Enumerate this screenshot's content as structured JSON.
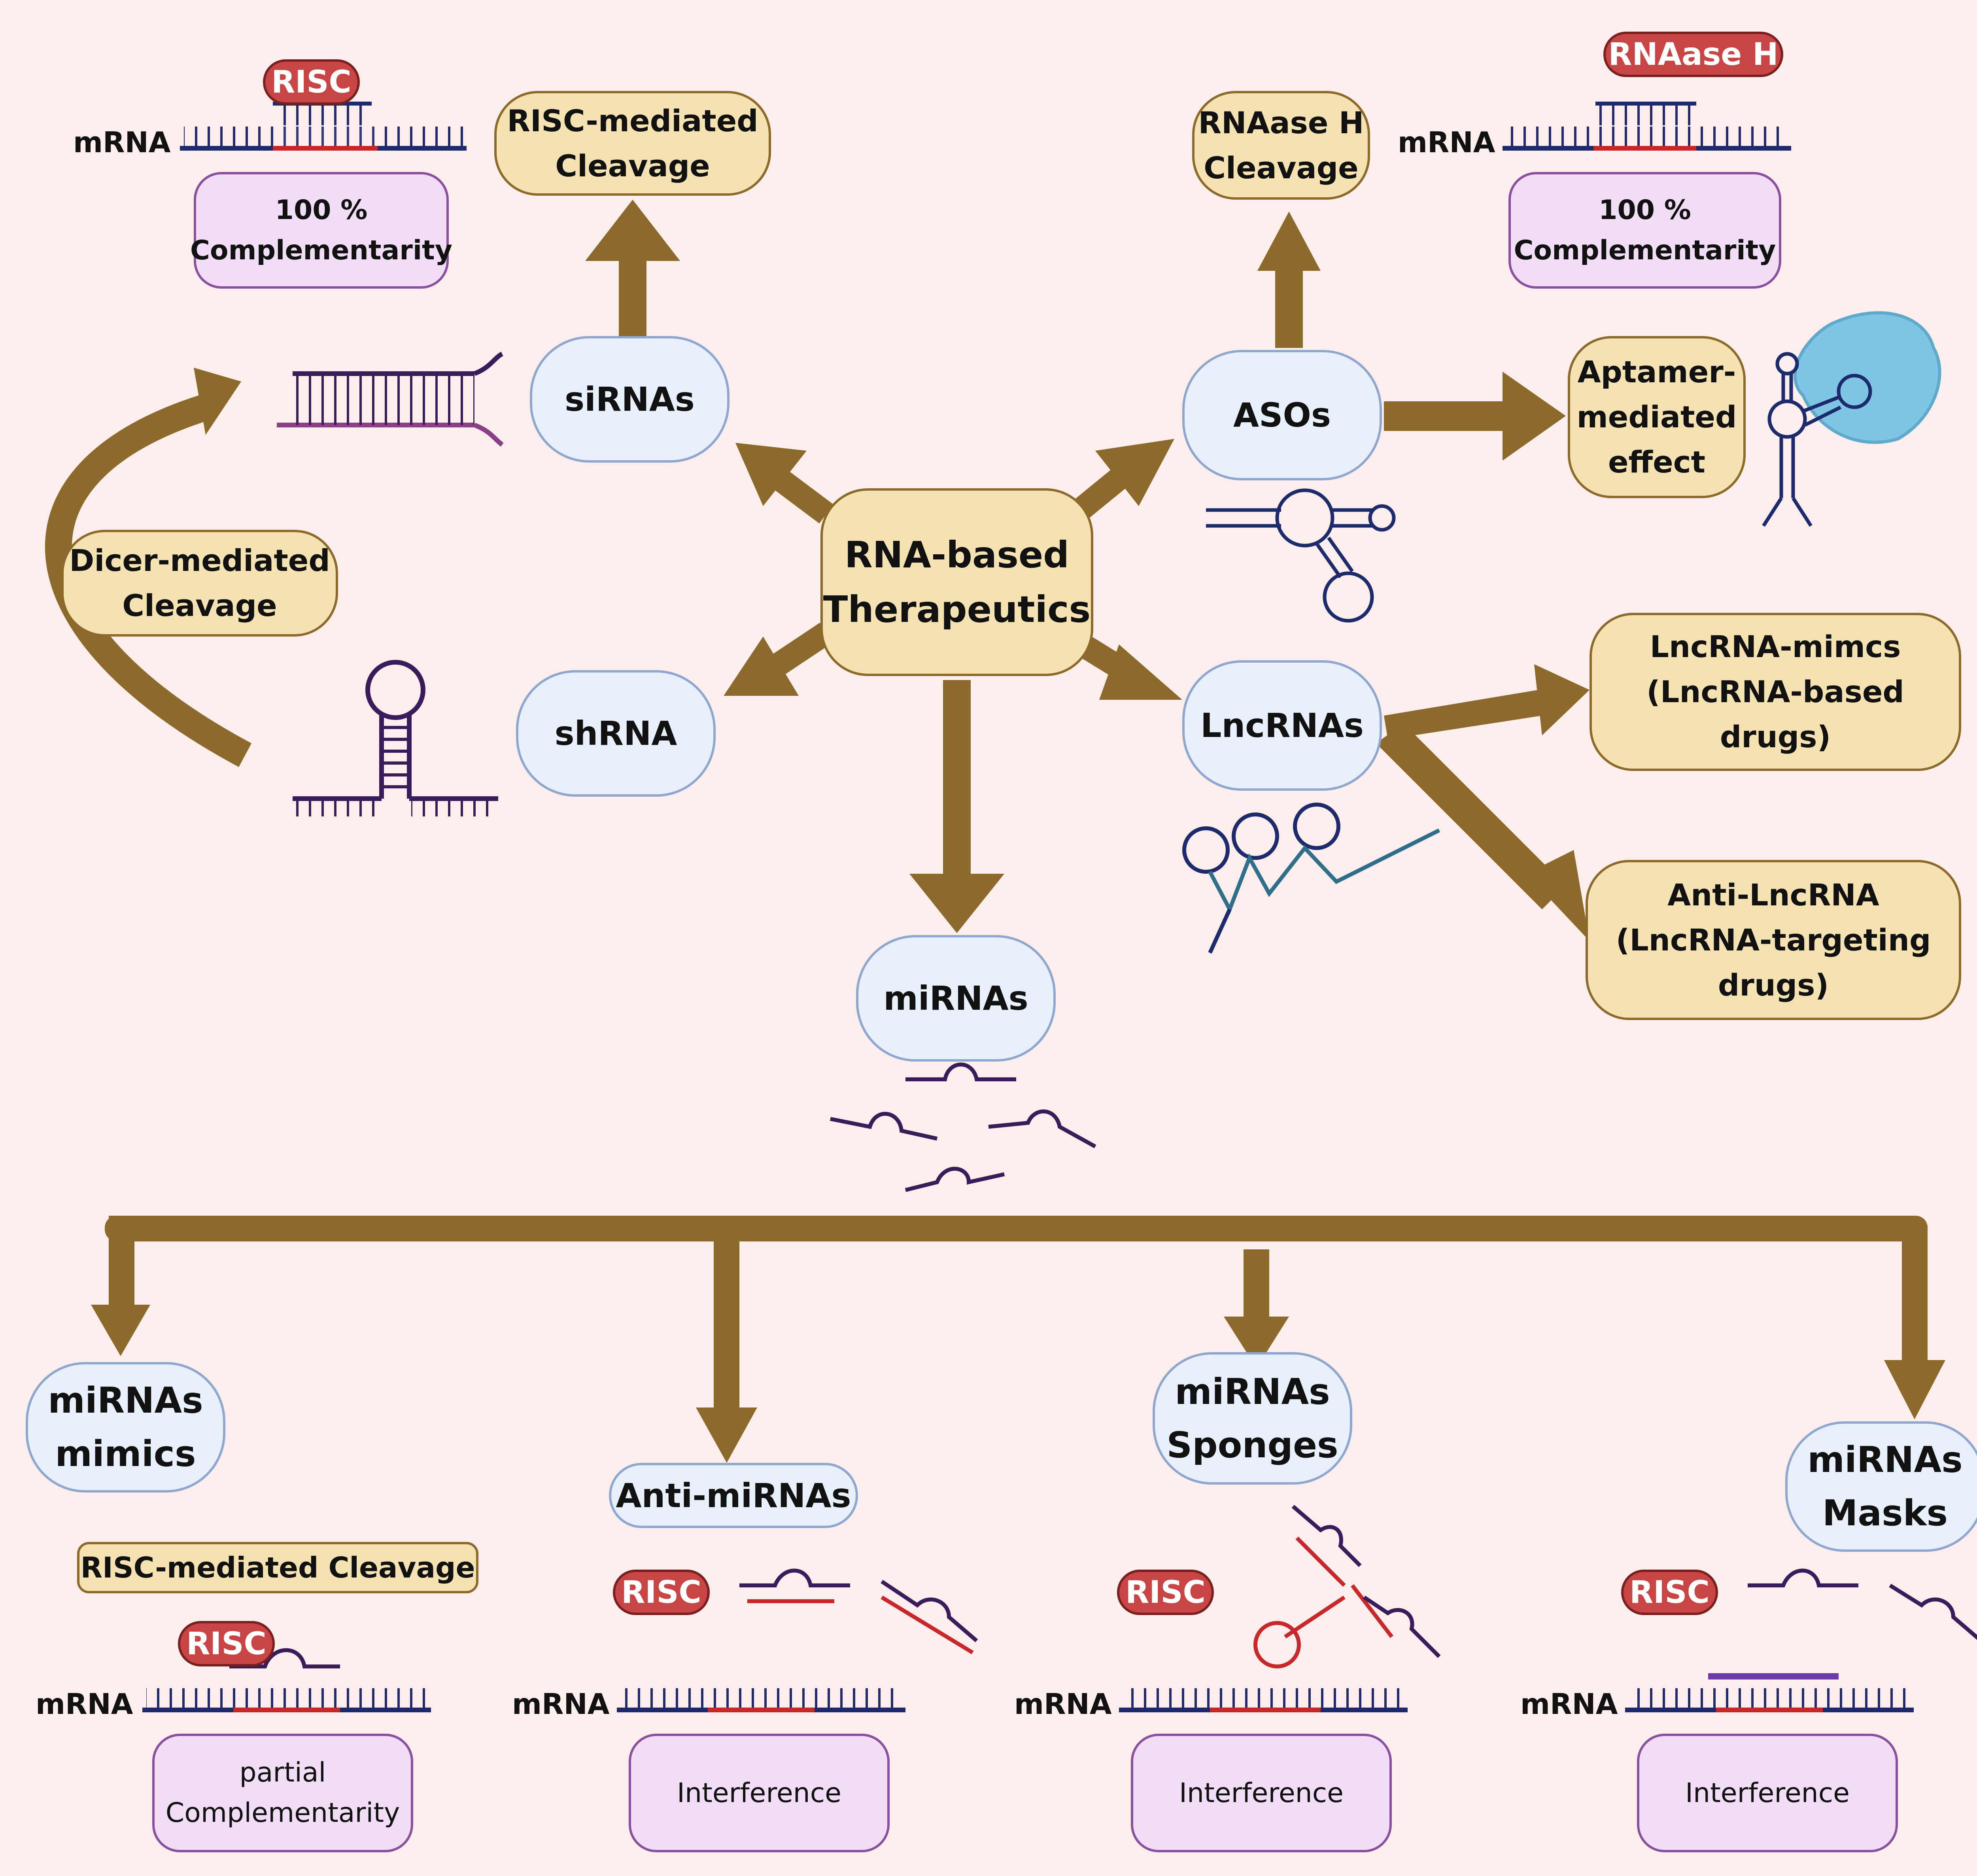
{
  "center": {
    "line1": "RNA-based",
    "line2": "Therapeutics"
  },
  "sirnas": "siRNAs",
  "shrna": "shRNA",
  "asos": "ASOs",
  "lncrnas": "LncRNAs",
  "mirnas": "miRNAs",
  "risc_cleavage_top": {
    "line1": "RISC-mediated",
    "line2": "Cleavage"
  },
  "rnaase_cleavage": {
    "line1": "RNAase H",
    "line2": "Cleavage"
  },
  "dicer_cleavage": {
    "line1": "Dicer-mediated",
    "line2": "Cleavage"
  },
  "aptamer": {
    "line1": "Aptamer-",
    "line2": "mediated",
    "line3": "effect"
  },
  "lnc_mimics": {
    "line1": "LncRNA-mimcs",
    "line2": "(LncRNA-based drugs)"
  },
  "anti_lnc": {
    "line1": "Anti-LncRNA",
    "line2": "(LncRNA-targeting",
    "line3": "drugs)"
  },
  "comp_left": {
    "line1": "100 %",
    "line2": "Complementarity"
  },
  "comp_right": {
    "line1": "100 %",
    "line2": "Complementarity"
  },
  "risc_label": "RISC",
  "rnaase_label": "RNAase H",
  "mrna_label": "mRNA",
  "mimics": {
    "line1": "miRNAs",
    "line2": "mimics"
  },
  "anti_mirnas": "Anti-miRNAs",
  "sponges": {
    "line1": "miRNAs",
    "line2": "Sponges"
  },
  "masks": {
    "line1": "miRNAs",
    "line2": "Masks"
  },
  "risc_cleavage_bottom": "RISC-mediated Cleavage",
  "partial": {
    "line1": "partial",
    "line2": "Complementarity"
  },
  "interference": "Interference",
  "colors": {
    "arrow": "#8b6a2c",
    "navy": "#1d2a6b",
    "red": "#c8282a",
    "purple": "#3b1c5a",
    "magenta": "#8a3f86",
    "teal": "#2f6f8a",
    "protein": "#7fc6e6"
  }
}
